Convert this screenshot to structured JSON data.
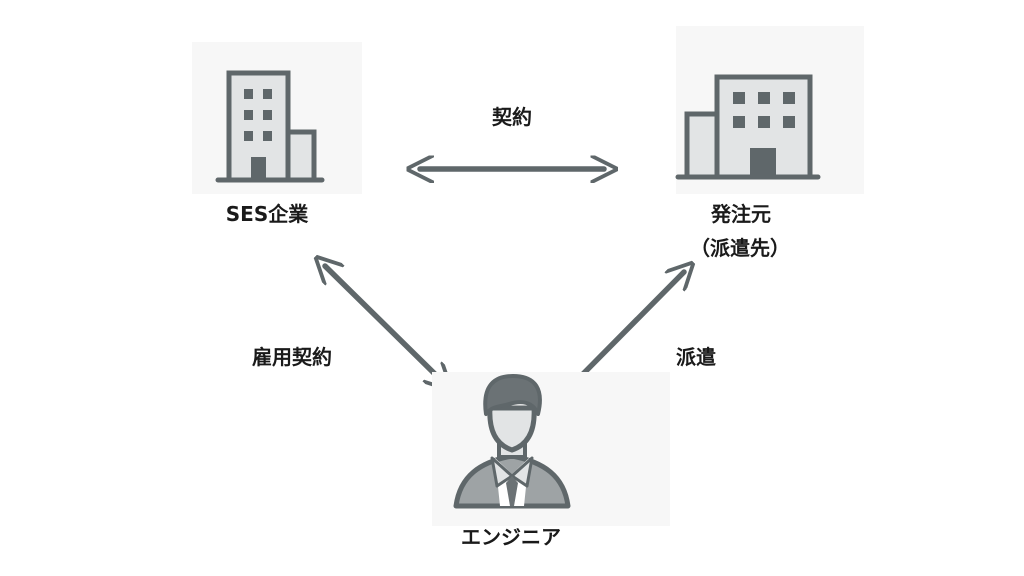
{
  "nodes": {
    "ses_company": {
      "label": "SES企業",
      "icon": "office-building-icon"
    },
    "client": {
      "label_line1": "発注元",
      "label_line2": "（派遣先）",
      "icon": "office-building-icon"
    },
    "engineer": {
      "label": "エンジニア",
      "icon": "businessman-avatar-icon"
    }
  },
  "relations": {
    "ses_client": "契約",
    "ses_engineer": "雇用契約",
    "engineer_client": "派遣"
  },
  "colors": {
    "arrow": "#5f676a",
    "icon_outline": "#5f676a",
    "icon_fill": "#e2e4e5",
    "icon_dark": "#6b7275",
    "tile_background": "#f7f7f7",
    "text": "#1a1a1a"
  }
}
